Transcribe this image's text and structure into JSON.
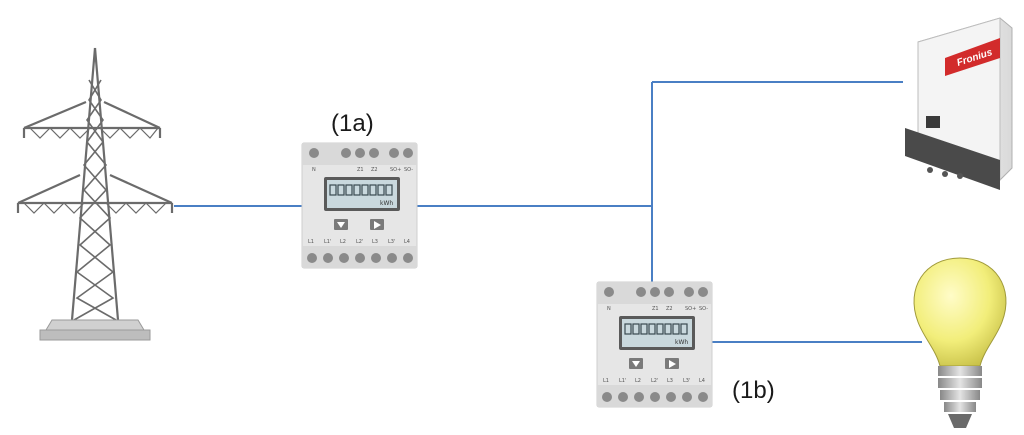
{
  "labels": {
    "meter_1a": "(1a)",
    "meter_1b": "(1b)"
  },
  "meter": {
    "unit": "kWh",
    "top_terminals": [
      "N",
      "",
      "Z1",
      "Z2",
      "",
      "SO+",
      "SO-"
    ],
    "bottom_terminals": [
      "L1",
      "L1'",
      "L2",
      "L2'",
      "L3",
      "L3'",
      "L4"
    ]
  },
  "inverter": {
    "brand": "Fronius"
  },
  "colors": {
    "wire": "#4a7fc4",
    "meter_body": "#e8e8e8",
    "terminal": "#8a8a8a",
    "display": "#c9d8dd",
    "bulb": "#f2ee7a",
    "inverter_body": "#ededed",
    "brand_red": "#d22b2b",
    "tower": "#6b6b6b"
  }
}
